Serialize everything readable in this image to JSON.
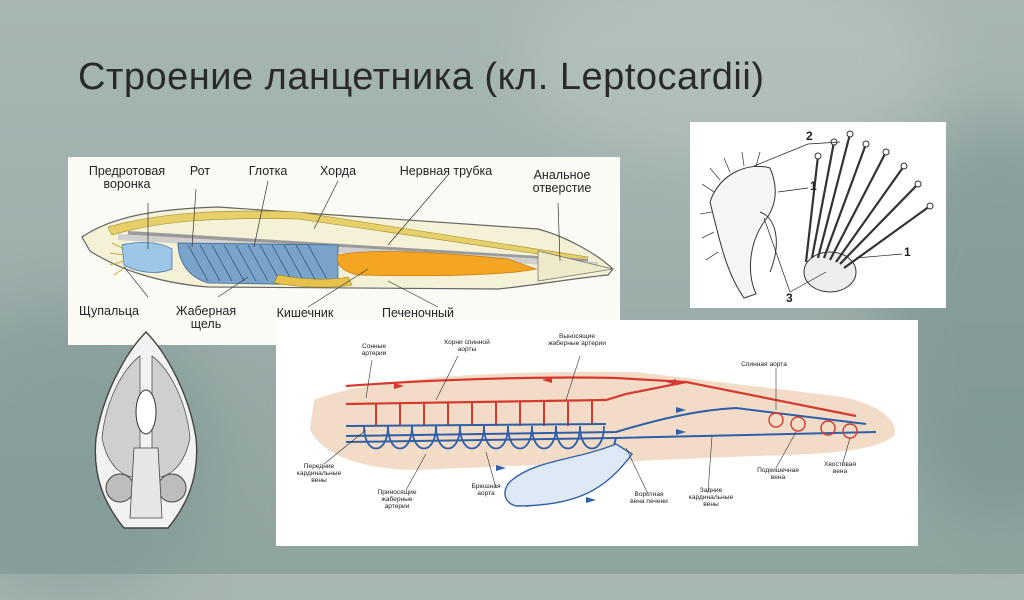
{
  "slide": {
    "title": "Строение ланцетника (кл. Leptocardii)"
  },
  "lancelet_diagram": {
    "labels": {
      "funnel": "Предротовая\nворонка",
      "mouth": "Рот",
      "pharynx": "Глотка",
      "notochord": "Хорда",
      "neural_tube": "Нервная трубка",
      "anus": "Анальное\nотверстие",
      "tentacles": "Щупальца",
      "gill_slit": "Жаберная\nщель",
      "intestine": "Кишечник",
      "liver": "Печеночный"
    }
  },
  "tentacle_diagram": {
    "labels": {
      "n2": "2",
      "n1a": "1",
      "n1b": "1",
      "n3": "3"
    }
  },
  "circulation_diagram": {
    "labels": {
      "carotid": "Сонные\nартерии",
      "aorta_roots": "Корни спинной\nаорты",
      "efferent": "Выносящие\nжаберные артерии",
      "dorsal_aorta": "Спинная аорта",
      "anterior_cardinal": "Передние\nкардинальные\nвены",
      "afferent": "Приносящие\nжаберные\nартерии",
      "ventral_aorta": "Брюшная\nаорта",
      "portal": "Воротная\nвена печени",
      "posterior_cardinal": "Задние\nкардинальные\nвены",
      "subintestinal": "Подкишечная\nвена",
      "caudal": "Хвостовая\nвена"
    },
    "colors": {
      "artery": "#d63a2e",
      "vein": "#2f5fa8",
      "body": "#f2dcc8"
    }
  }
}
